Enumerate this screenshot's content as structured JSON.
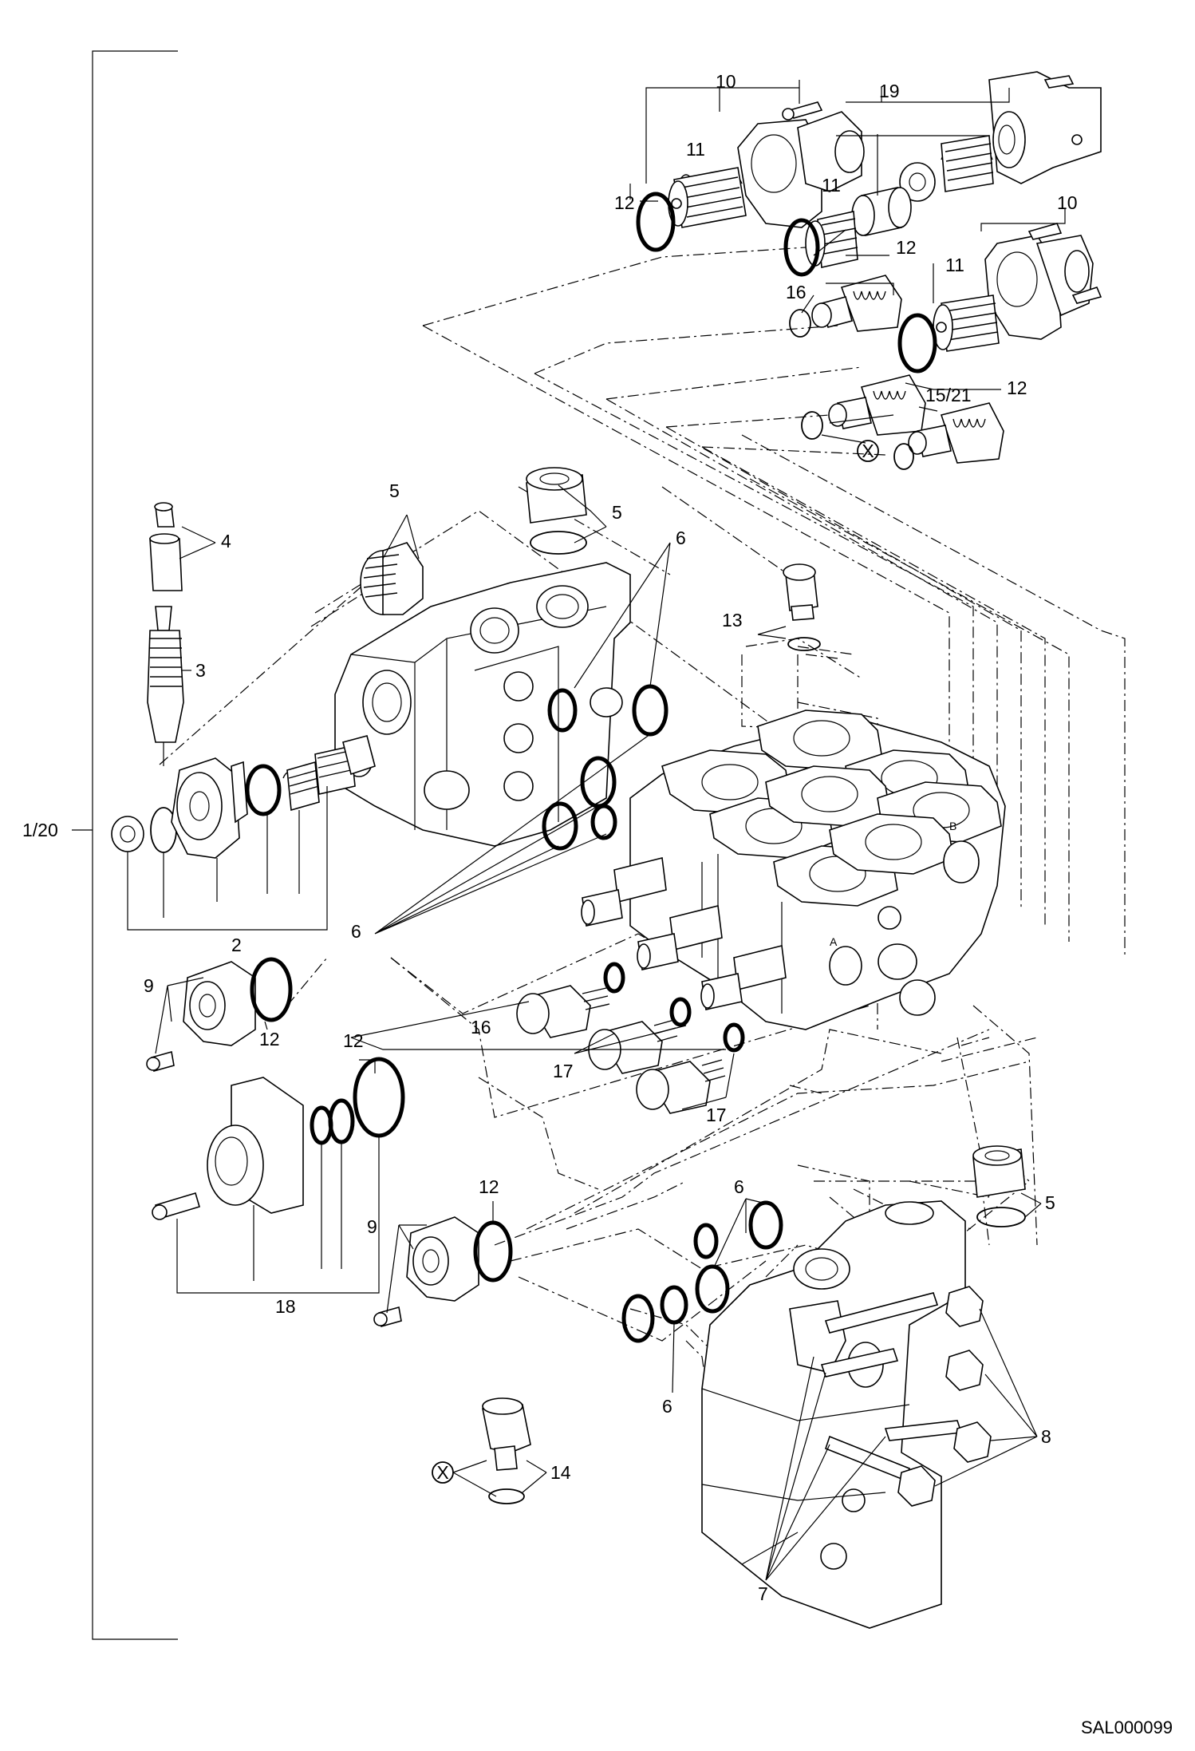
{
  "drawing_code": "SAL000099",
  "assembly_label": "1/20",
  "callouts": {
    "c2": "2",
    "c3": "3",
    "c4": "4",
    "c5": "5",
    "c6": "6",
    "c7": "7",
    "c8": "8",
    "c9": "9",
    "c10": "10",
    "c11": "11",
    "c12": "12",
    "c13": "13",
    "c14": "14",
    "c15_21": "15/21",
    "c16": "16",
    "c17": "17",
    "c18": "18",
    "c19": "19",
    "x_marker": "X"
  }
}
